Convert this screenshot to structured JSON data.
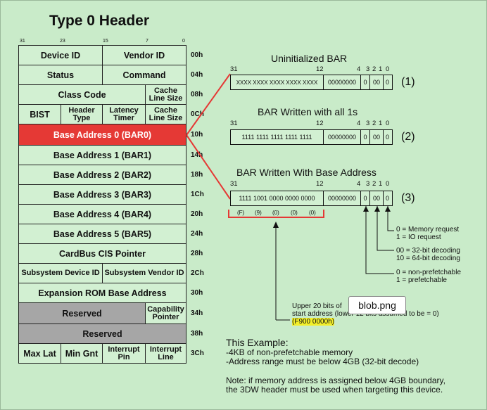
{
  "title": "Type 0 Header",
  "bit_numbers": [
    "31",
    "23",
    "15",
    "7",
    "0"
  ],
  "rows": [
    {
      "offset": "00h",
      "cells": [
        "Device ID",
        "Vendor ID"
      ]
    },
    {
      "offset": "04h",
      "cells": [
        "Status",
        "Command"
      ]
    },
    {
      "offset": "08h",
      "cells": [
        "Class Code",
        "Cache Line Size"
      ]
    },
    {
      "offset": "0Ch",
      "cells": [
        "BIST",
        "Header Type",
        "Latency Timer",
        "Cache Line Size"
      ]
    },
    {
      "offset": "10h",
      "cells": [
        "Base Address 0 (BAR0)"
      ]
    },
    {
      "offset": "14h",
      "cells": [
        "Base Address 1 (BAR1)"
      ]
    },
    {
      "offset": "18h",
      "cells": [
        "Base Address 2 (BAR2)"
      ]
    },
    {
      "offset": "1Ch",
      "cells": [
        "Base Address 3 (BAR3)"
      ]
    },
    {
      "offset": "20h",
      "cells": [
        "Base Address 4 (BAR4)"
      ]
    },
    {
      "offset": "24h",
      "cells": [
        "Base Address 5 (BAR5)"
      ]
    },
    {
      "offset": "28h",
      "cells": [
        "CardBus CIS Pointer"
      ]
    },
    {
      "offset": "2Ch",
      "cells": [
        "Subsystem Device ID",
        "Subsystem Vendor ID"
      ]
    },
    {
      "offset": "30h",
      "cells": [
        "Expansion ROM Base Address"
      ]
    },
    {
      "offset": "34h",
      "cells": [
        "Reserved",
        "Capability Pointer"
      ]
    },
    {
      "offset": "38h",
      "cells": [
        "Reserved"
      ]
    },
    {
      "offset": "3Ch",
      "cells": [
        "Max Lat",
        "Min Gnt",
        "Interrupt Pin",
        "Interrupt Line"
      ]
    }
  ],
  "bars": [
    {
      "title": "Uninitialized BAR",
      "address": "XXXX XXXX XXXX XXXX XXXX",
      "low": "00000000",
      "b3": "0",
      "b21": "00",
      "b0": "0",
      "index": "(1)"
    },
    {
      "title": "BAR Written with all 1s",
      "address": "1111 1111 1111 1111 1111",
      "low": "00000000",
      "b3": "0",
      "b21": "00",
      "b0": "0",
      "index": "(2)"
    },
    {
      "title": "BAR Written With Base Address",
      "address": "1111 1001 0000 0000 0000",
      "low": "00000000",
      "b3": "0",
      "b21": "00",
      "b0": "0",
      "index": "(3)"
    }
  ],
  "bar_bits": [
    "31",
    "12",
    "4",
    "3",
    "2",
    "1",
    "0"
  ],
  "nibbles": [
    "(F)",
    "(9)",
    "(0)",
    "(0)",
    "(0)"
  ],
  "legend": {
    "mem": [
      "0 = Memory request",
      "1 = IO request"
    ],
    "decode": [
      "00 = 32-bit decoding",
      "10 = 64-bit decoding"
    ],
    "prefetch": [
      "0 = non-prefetchable",
      "1 = prefetchable"
    ],
    "upper": [
      "Upper 20 bits of",
      "start address (lower 12 bits assumed to be = 0)"
    ],
    "upper_value": "(F900 0000h)"
  },
  "tooltip": "blob.png",
  "example": {
    "heading": "This Example:",
    "lines": [
      "-4KB of non-prefetchable memory",
      "-Address range must be below 4GB (32-bit decode)"
    ],
    "note": [
      "Note: if memory address is assigned below 4GB boundary,",
      "the 3DW header must be used when targeting this device."
    ]
  },
  "colors": {
    "background": "#c9ebc9",
    "cell": "#d2f0d2",
    "selected": "#e53935",
    "reserved": "#a6a6a6",
    "highlight": "#f3ef2a"
  }
}
